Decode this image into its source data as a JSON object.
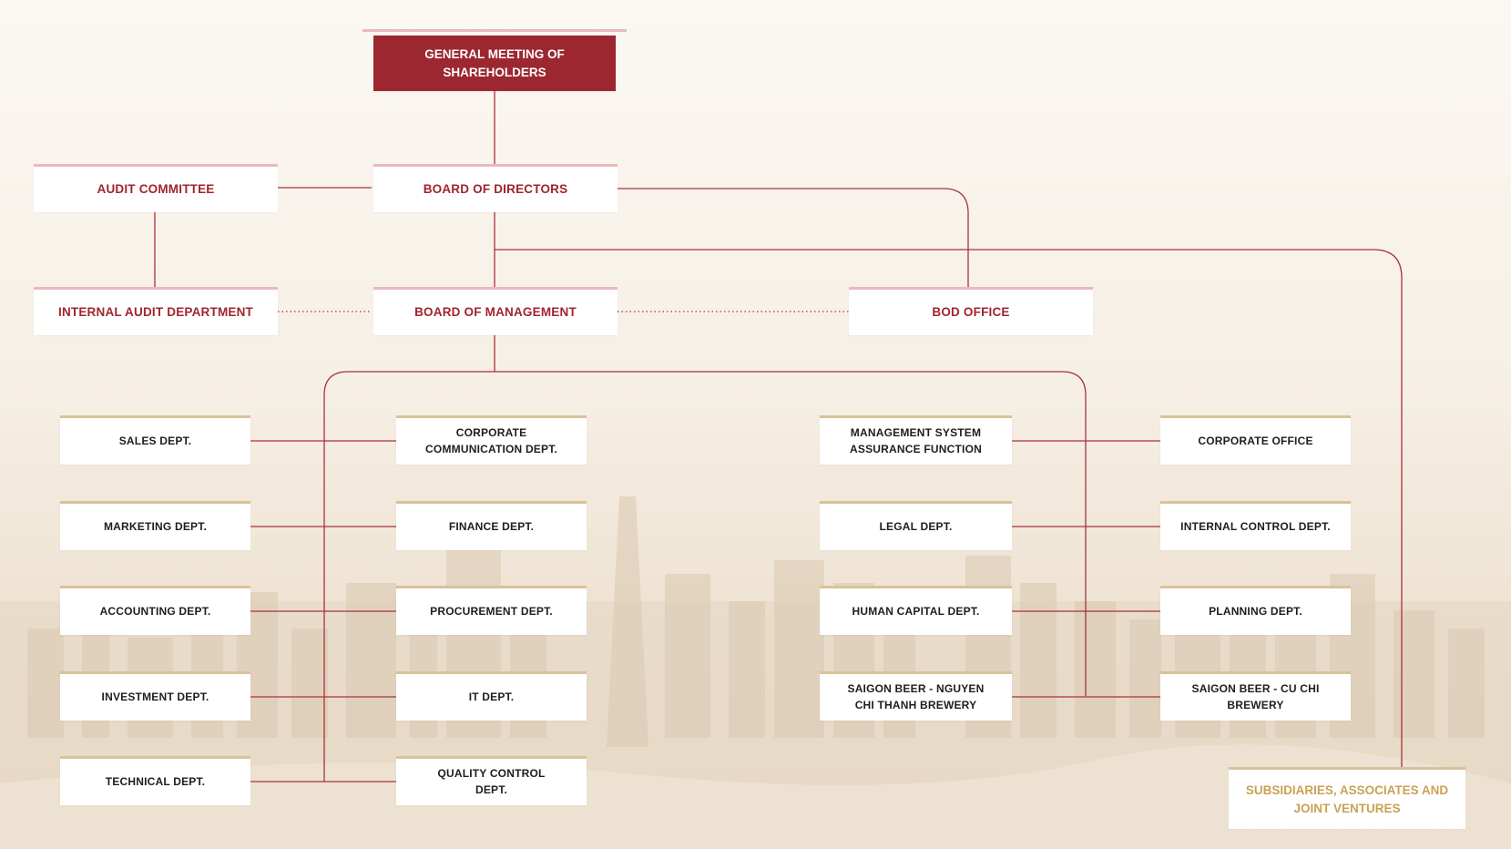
{
  "governance": {
    "general_meeting": "GENERAL MEETING OF SHAREHOLDERS",
    "audit_committee": "AUDIT COMMITTEE",
    "board_of_directors": "BOARD OF DIRECTORS",
    "internal_audit": "INTERNAL AUDIT DEPARTMENT",
    "board_of_management": "BOARD OF MANAGEMENT",
    "bod_office": "BOD OFFICE"
  },
  "departments_left": {
    "col1": [
      "SALES DEPT.",
      "MARKETING DEPT.",
      "ACCOUNTING DEPT.",
      "INVESTMENT DEPT.",
      "TECHNICAL DEPT."
    ],
    "col2": [
      "CORPORATE COMMUNICATION DEPT.",
      "FINANCE DEPT.",
      "PROCUREMENT DEPT.",
      "IT DEPT.",
      "QUALITY CONTROL DEPT."
    ]
  },
  "departments_right": {
    "col3": [
      "MANAGEMENT SYSTEM ASSURANCE FUNCTION",
      "LEGAL DEPT.",
      "HUMAN CAPITAL DEPT.",
      "SAIGON BEER - NGUYEN CHI THANH BREWERY"
    ],
    "col4": [
      "CORPORATE OFFICE",
      "INTERNAL CONTROL DEPT.",
      "PLANNING DEPT.",
      "SAIGON BEER - CU CHI BREWERY"
    ]
  },
  "subsidiaries": "SUBSIDIARIES, ASSOCIATES AND JOINT VENTURES",
  "colors": {
    "brand_red": "#9c2730",
    "line_red": "#a8323a",
    "accent_pink": "#e8b9bf",
    "accent_gold": "#d8c29a",
    "gold_text": "#c9a253"
  }
}
